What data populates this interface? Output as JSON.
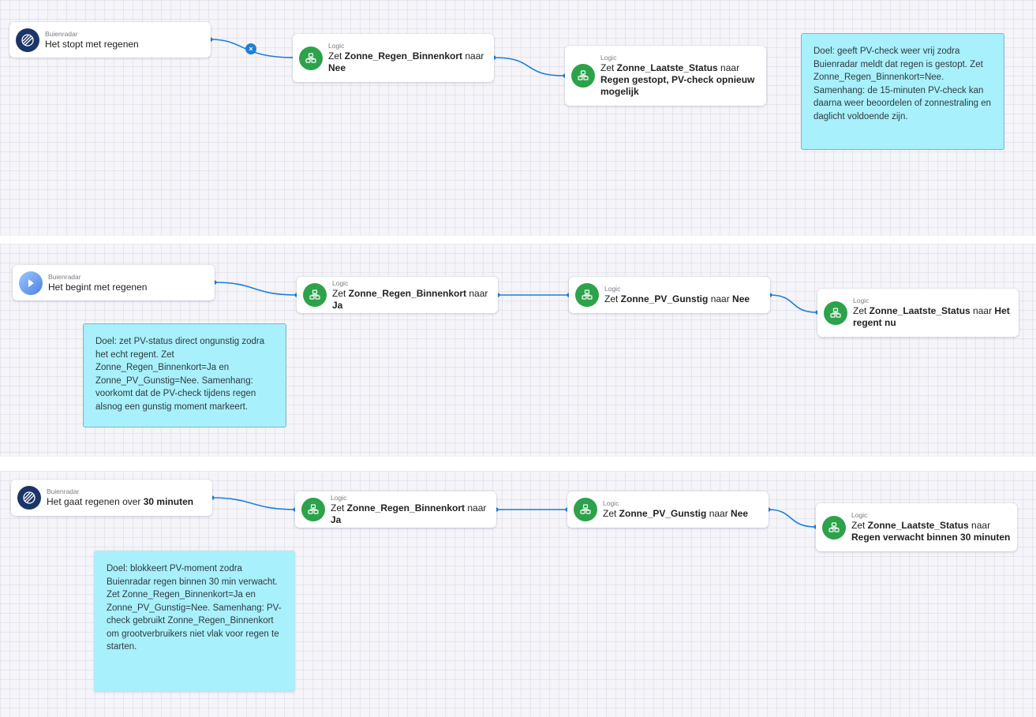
{
  "flows": [
    {
      "trigger": {
        "category": "Buienradar",
        "text": "Het stopt met regenen",
        "bold": ""
      },
      "actions": [
        {
          "category": "Logic",
          "prefix": "Zet ",
          "var": "Zonne_Regen_Binnenkort",
          "mid": " naar ",
          "value": "Nee"
        },
        {
          "category": "Logic",
          "prefix": "Zet ",
          "var": "Zonne_Laatste_Status",
          "mid": " naar ",
          "value": "Regen gestopt, PV-check opnieuw mogelijk"
        }
      ],
      "note": "Doel: geeft PV-check weer vrij zodra Buienradar meldt dat regen is gestopt. Zet Zonne_Regen_Binnenkort=Nee. Samenhang: de 15-minuten PV-check kan daarna weer beoordelen of zonnestraling en daglicht voldoende zijn.",
      "delete_label": "×"
    },
    {
      "trigger": {
        "category": "Buienradar",
        "text": "Het begint met regenen",
        "bold": ""
      },
      "actions": [
        {
          "category": "Logic",
          "prefix": "Zet ",
          "var": "Zonne_Regen_Binnenkort",
          "mid": " naar ",
          "value": "Ja"
        },
        {
          "category": "Logic",
          "prefix": "Zet ",
          "var": "Zonne_PV_Gunstig",
          "mid": " naar ",
          "value": "Nee"
        },
        {
          "category": "Logic",
          "prefix": "Zet ",
          "var": "Zonne_Laatste_Status",
          "mid": " naar ",
          "value": "Het regent nu"
        }
      ],
      "note": "Doel: zet PV-status direct ongunstig zodra het echt regent. Zet Zonne_Regen_Binnenkort=Ja en Zonne_PV_Gunstig=Nee. Samenhang: voorkomt dat de PV-check tijdens regen alsnog een gunstig moment markeert."
    },
    {
      "trigger": {
        "category": "Buienradar",
        "text": "Het gaat regenen over ",
        "bold": "30 minuten"
      },
      "actions": [
        {
          "category": "Logic",
          "prefix": "Zet ",
          "var": "Zonne_Regen_Binnenkort",
          "mid": " naar ",
          "value": "Ja"
        },
        {
          "category": "Logic",
          "prefix": "Zet ",
          "var": "Zonne_PV_Gunstig",
          "mid": " naar ",
          "value": "Nee"
        },
        {
          "category": "Logic",
          "prefix": "Zet ",
          "var": "Zonne_Laatste_Status",
          "mid": " naar ",
          "value": "Regen verwacht binnen 30 minuten"
        }
      ],
      "note": "Doel: blokkeert PV-moment zodra Buienradar regen binnen 30 min verwacht. Zet Zonne_Regen_Binnenkort=Ja en Zonne_PV_Gunstig=Nee. Samenhang: PV-check gebruikt Zonne_Regen_Binnenkort om grootverbruikers niet vlak voor regen te starten."
    }
  ],
  "icons": {
    "buienradar": "buienradar-icon",
    "logic": "logic-icon"
  },
  "colors": {
    "wire": "#1d7fd8",
    "logic_icon": "#2ca24a",
    "buienradar_icon": "#1b3569",
    "note_bg": "#a8f0fb"
  }
}
